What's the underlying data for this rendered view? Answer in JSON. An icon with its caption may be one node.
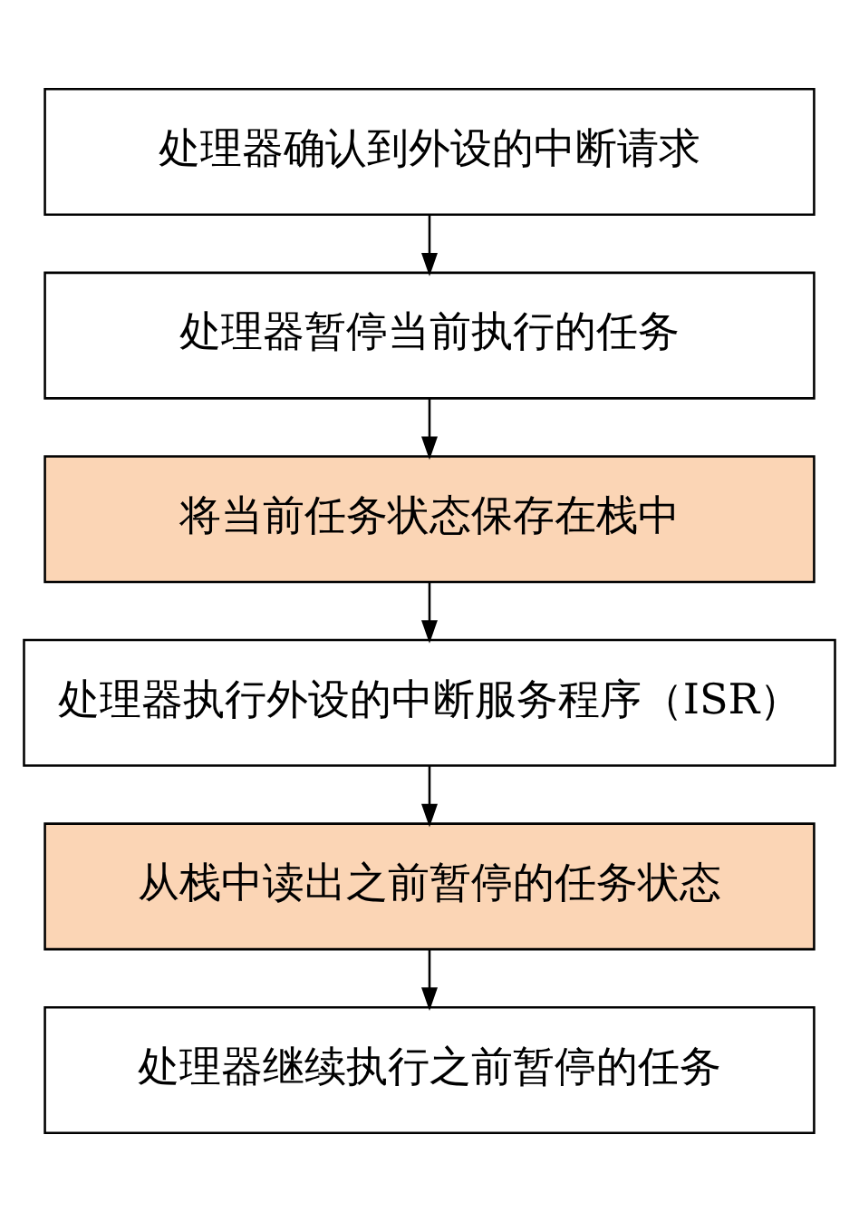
{
  "diagram": {
    "nodes": [
      {
        "text": [
          "处理器确认到外设的中断请求"
        ]
      },
      {
        "text": [
          "处理器暂停当前执行的任务"
        ]
      },
      {
        "text": [
          "将当前任务状态保存在栈中"
        ]
      },
      {
        "text": [
          "处理器执行外设的中断服务程序（ISR）"
        ]
      },
      {
        "text": [
          "从栈中读出之前暂停的任务状态"
        ]
      },
      {
        "text": [
          "处理器继续执行之前暂停的任务"
        ]
      }
    ],
    "edges": [
      {
        "from": 0,
        "to": 1,
        "arrow": "to"
      },
      {
        "from": 1,
        "to": 2,
        "arrow": "to"
      },
      {
        "from": 2,
        "to": 3,
        "arrow": "to"
      },
      {
        "from": 3,
        "to": 4,
        "arrow": "to"
      },
      {
        "from": 4,
        "to": 5,
        "arrow": "to"
      }
    ]
  }
}
